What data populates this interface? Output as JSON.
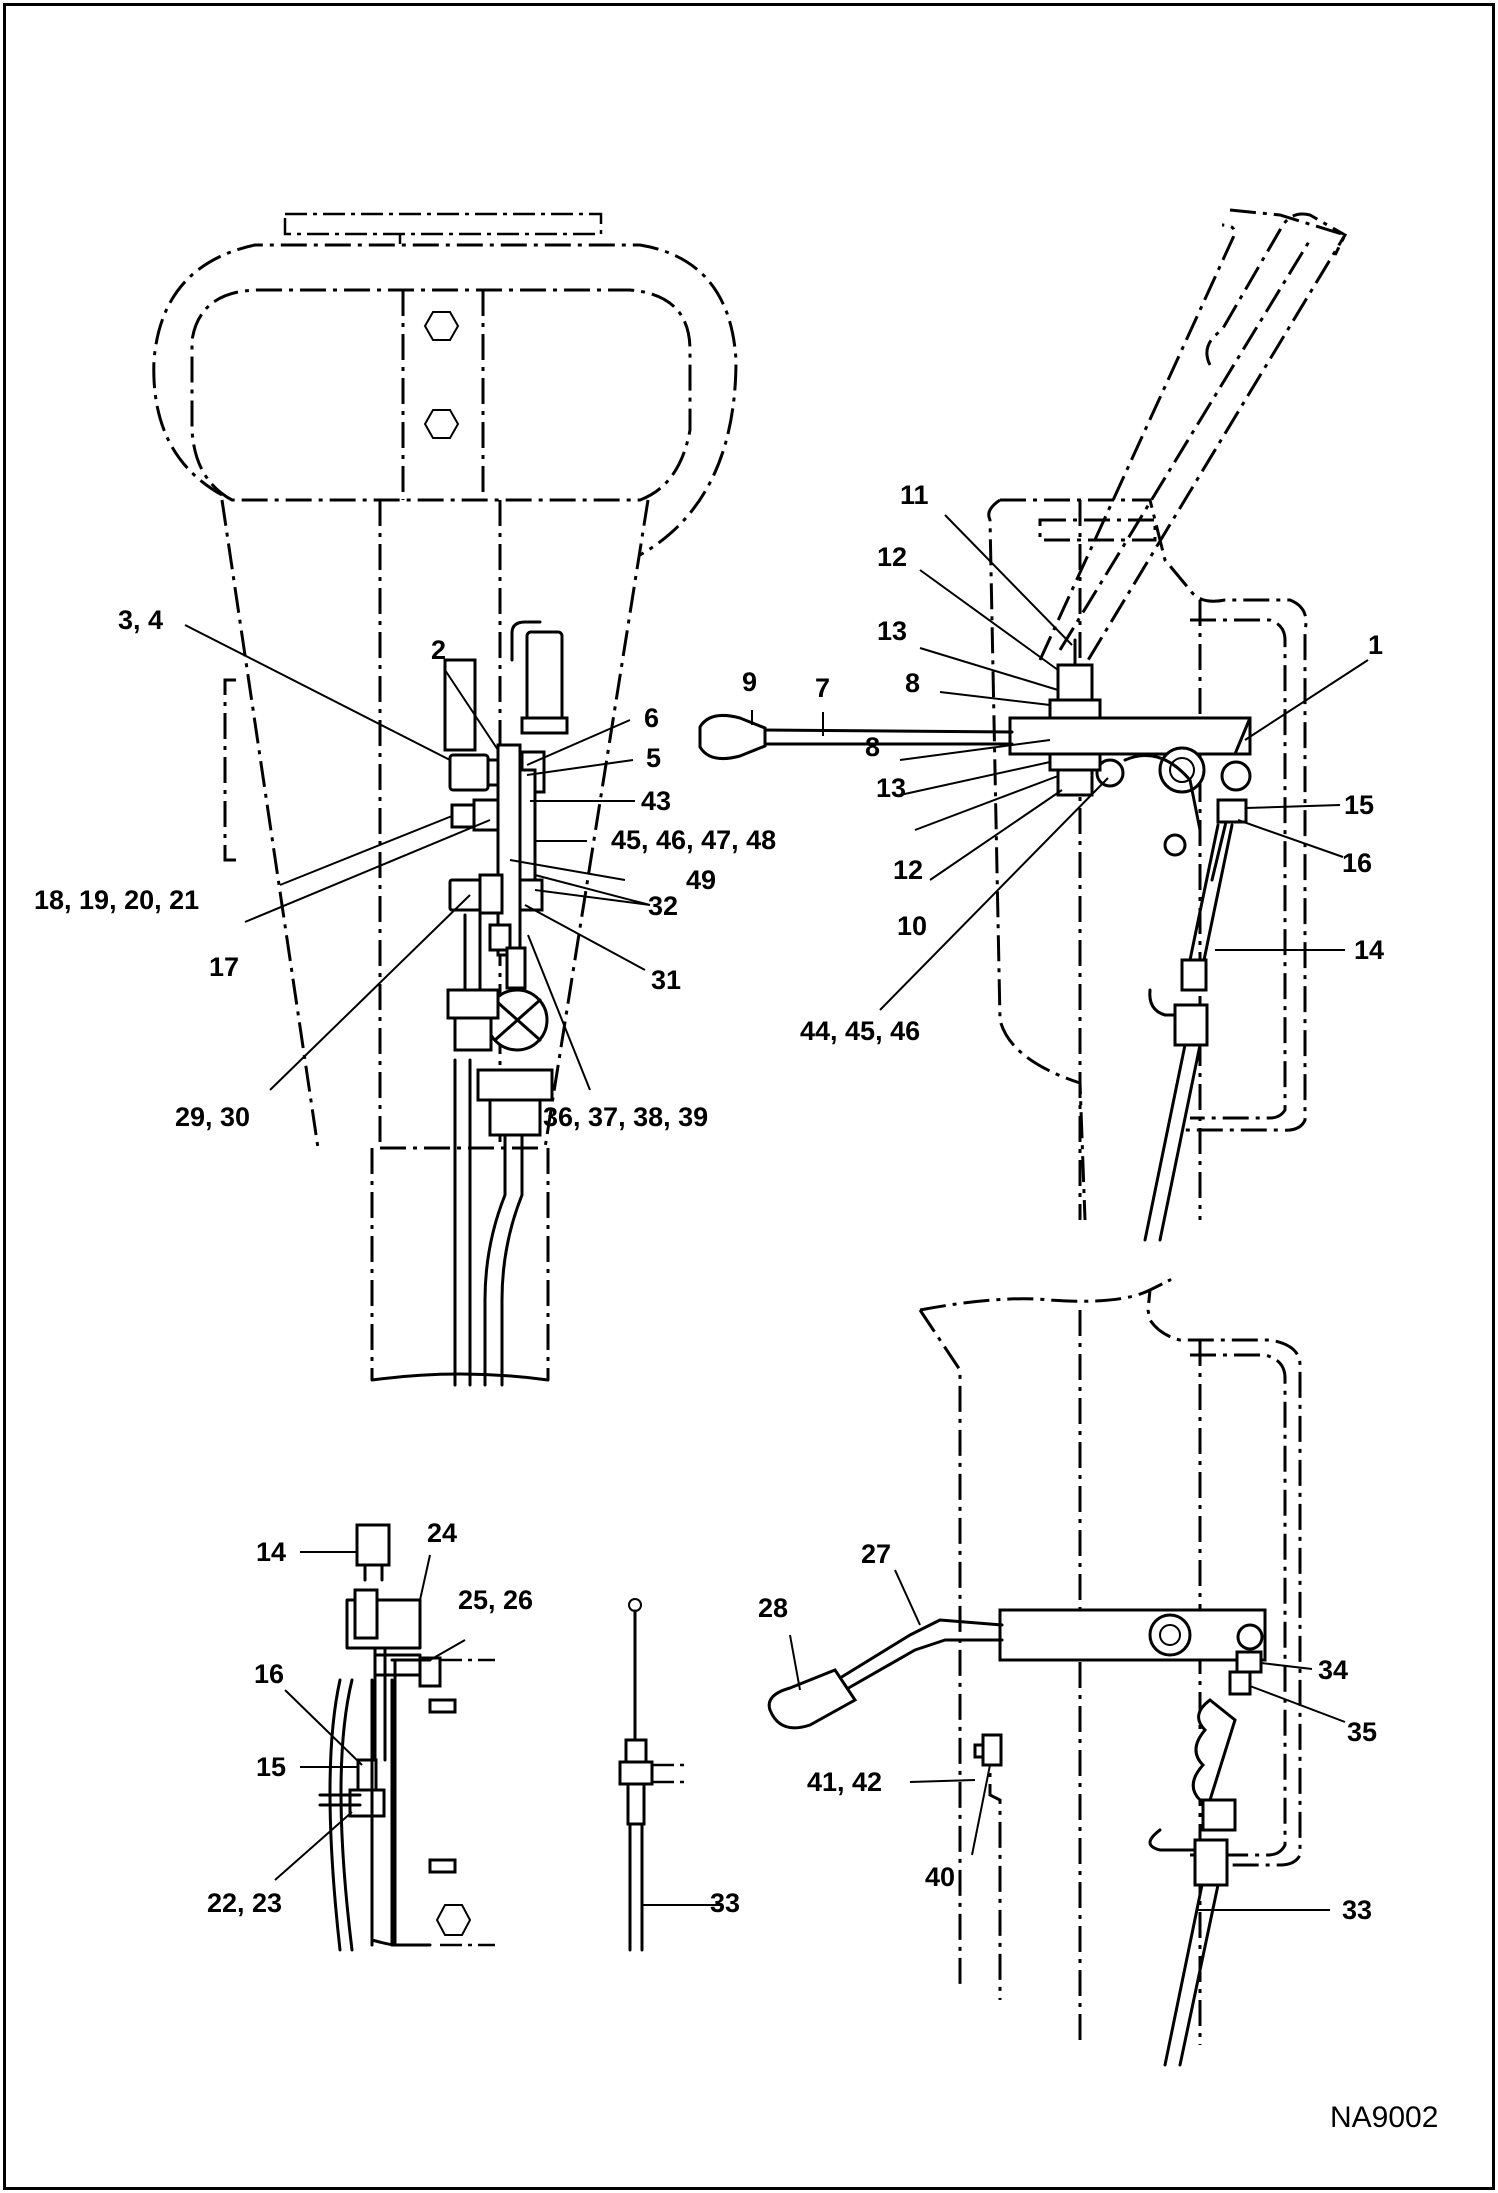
{
  "callouts": {
    "c1": "1",
    "c2": "2",
    "c3_4": "3, 4",
    "c5": "5",
    "c6": "6",
    "c7": "7",
    "c8a": "8",
    "c8b": "8",
    "c9": "9",
    "c10": "10",
    "c11": "11",
    "c12a": "12",
    "c12b": "12",
    "c13a": "13",
    "c13b": "13",
    "c14a": "14",
    "c14b": "14",
    "c15a": "15",
    "c15b": "15",
    "c16a": "16",
    "c16b": "16",
    "c17": "17",
    "c18_21": "18, 19, 20, 21",
    "c22_23": "22, 23",
    "c24": "24",
    "c25_26": "25, 26",
    "c27": "27",
    "c28": "28",
    "c29_30": "29, 30",
    "c31": "31",
    "c32": "32",
    "c33a": "33",
    "c33b": "33",
    "c34": "34",
    "c35": "35",
    "c36_39": "36, 37, 38, 39",
    "c40": "40",
    "c41_42": "41, 42",
    "c43": "43",
    "c44_46": "44, 45, 46",
    "c45_48": "45, 46, 47, 48",
    "c49": "49"
  },
  "drawing_code": "NA9002"
}
